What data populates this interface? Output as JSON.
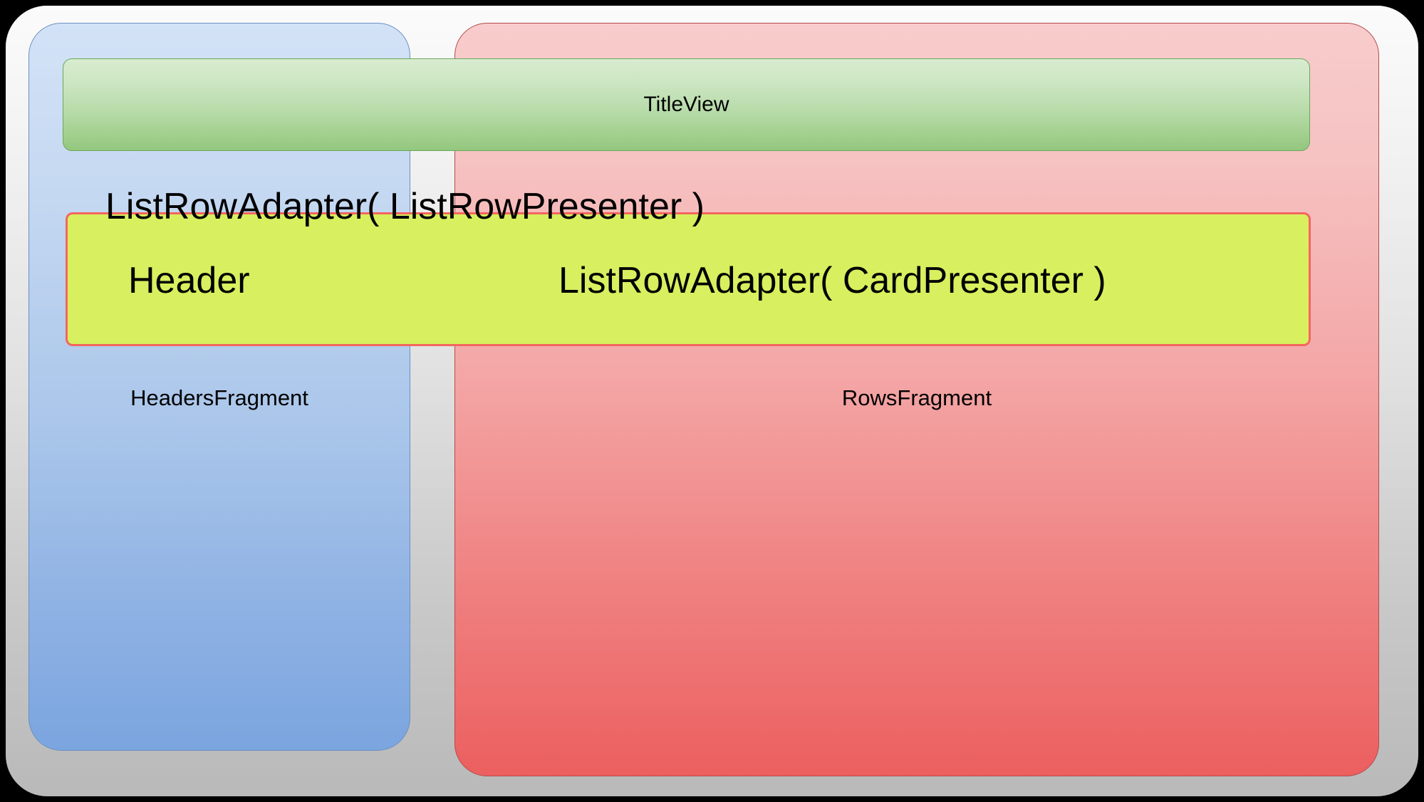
{
  "diagram": {
    "title": "Android Leanback BrowseFragment layout structure",
    "colors": {
      "background": "#000000",
      "outer_frame_top": "#fbfbfb",
      "outer_frame_bottom": "#b9b9b9",
      "headers_fragment_top": "#d3e2f6",
      "headers_fragment_bottom": "#7ba5df",
      "headers_fragment_border": "#6b8fc4",
      "rows_fragment_top": "#f8cccc",
      "rows_fragment_bottom": "#ec5f5f",
      "rows_fragment_border": "#b54a4a",
      "title_view_top": "#d8ecd0",
      "title_view_bottom": "#93c77e",
      "title_view_border": "#6aa85a",
      "row_adapter_fill": "#d8ef5f",
      "row_adapter_border": "#f4665e",
      "text": "#000000"
    },
    "title_view": {
      "label": "TitleView"
    },
    "row_adapter_band": {
      "caption": "ListRowAdapter( ListRowPresenter )",
      "header_label": "Header",
      "card_presenter_label": "ListRowAdapter( CardPresenter )"
    },
    "fragments": [
      {
        "id": "headers-fragment",
        "label": "HeadersFragment"
      },
      {
        "id": "rows-fragment",
        "label": "RowsFragment"
      }
    ]
  }
}
